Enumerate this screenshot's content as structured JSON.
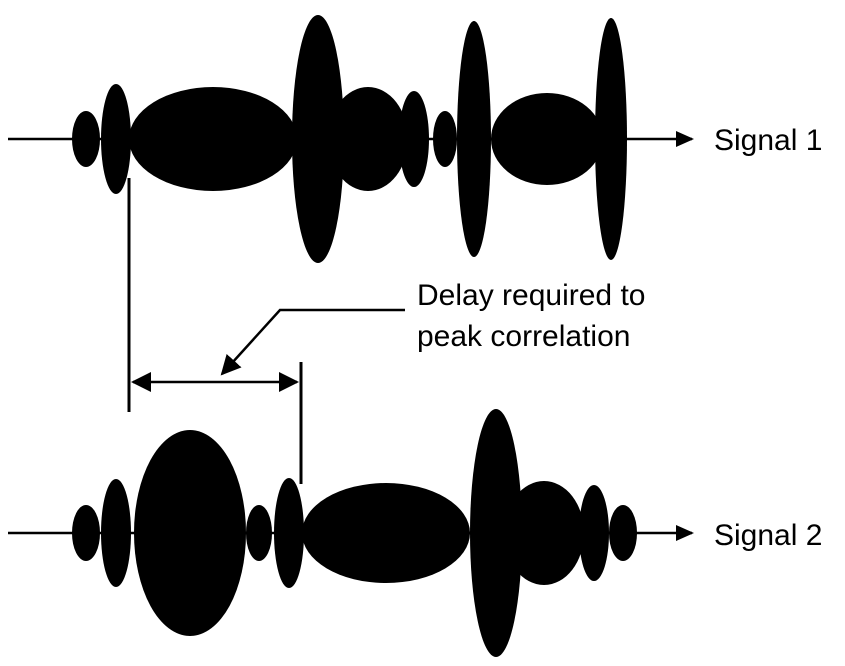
{
  "signal1": {
    "label": "Signal 1"
  },
  "signal2": {
    "label": "Signal 2"
  },
  "annotation": {
    "line1": "Delay required to",
    "line2": "peak correlation"
  },
  "colors": {
    "ink": "#000000",
    "background": "#ffffff"
  }
}
